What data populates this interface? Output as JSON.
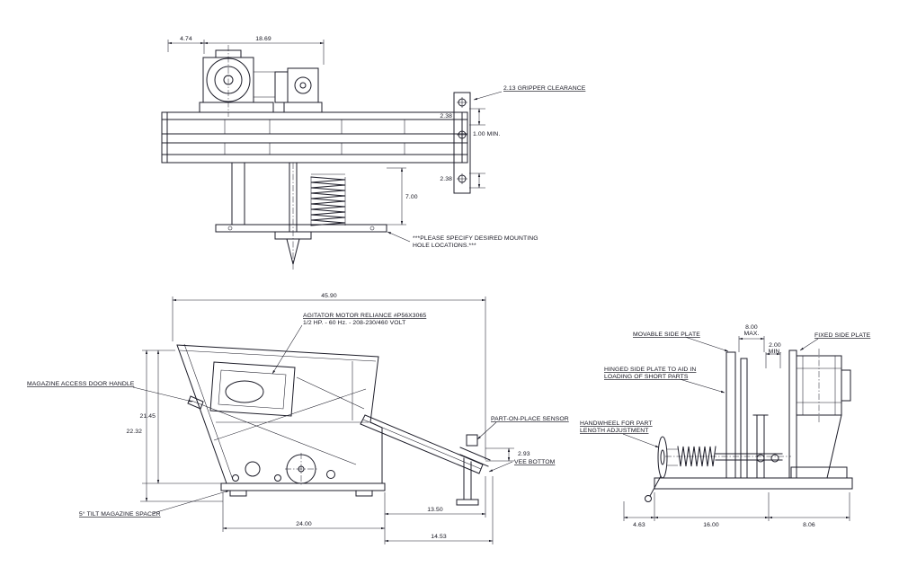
{
  "colors": {
    "background": "#ffffff",
    "line": "#1c1c28"
  },
  "top_view": {
    "dim_4_74": "4.74",
    "dim_18_69": "18.69",
    "gripper_clearance": "2.13 GRIPPER CLEARANCE",
    "dim_2_38_top": "2.38",
    "dim_1_00_min": "1.00 MIN.",
    "dim_2_38_bottom": "2.38",
    "dim_7_00": "7.00",
    "note_line1": "***PLEASE SPECIFY DESIRED MOUNTING",
    "note_line2": "HOLE LOCATIONS.***"
  },
  "side_view": {
    "dim_45_90": "45.90",
    "agitator_label_line1": "AGITATOR MOTOR RELIANCE #P56X3065",
    "agitator_label_line2": "1/2 HP. - 60 Hz. - 208-230/460 VOLT",
    "magazine_door_label": "MAGAZINE ACCESS DOOR HANDLE",
    "dim_21_45": "21.45",
    "dim_22_32": "22.32",
    "sensor_label": "PART-ON-PLACE SENSOR",
    "dim_2_93": "2.93",
    "vee_bottom_label": "VEE BOTTOM",
    "tilt_label": "5° TILT MAGAZINE SPACER",
    "dim_13_50": "13.50",
    "dim_24_00": "24.00",
    "dim_14_53": "14.53"
  },
  "end_view": {
    "movable_plate_label": "MOVABLE SIDE PLATE",
    "fixed_plate_label": "FIXED SIDE PLATE",
    "dim_8_00": "8.00",
    "dim_8_00_suffix": "MAX.",
    "dim_2_00": "2.00",
    "dim_2_00_suffix": "MIN.",
    "hinged_label_line1": "HINGED SIDE PLATE TO AID IN",
    "hinged_label_line2": "LOADING OF SHORT PARTS",
    "handwheel_label_line1": "HANDWHEEL FOR PART",
    "handwheel_label_line2": "LENGTH ADJUSTMENT",
    "dim_4_63": "4.63",
    "dim_16_00": "16.00",
    "dim_8_06": "8.06"
  }
}
